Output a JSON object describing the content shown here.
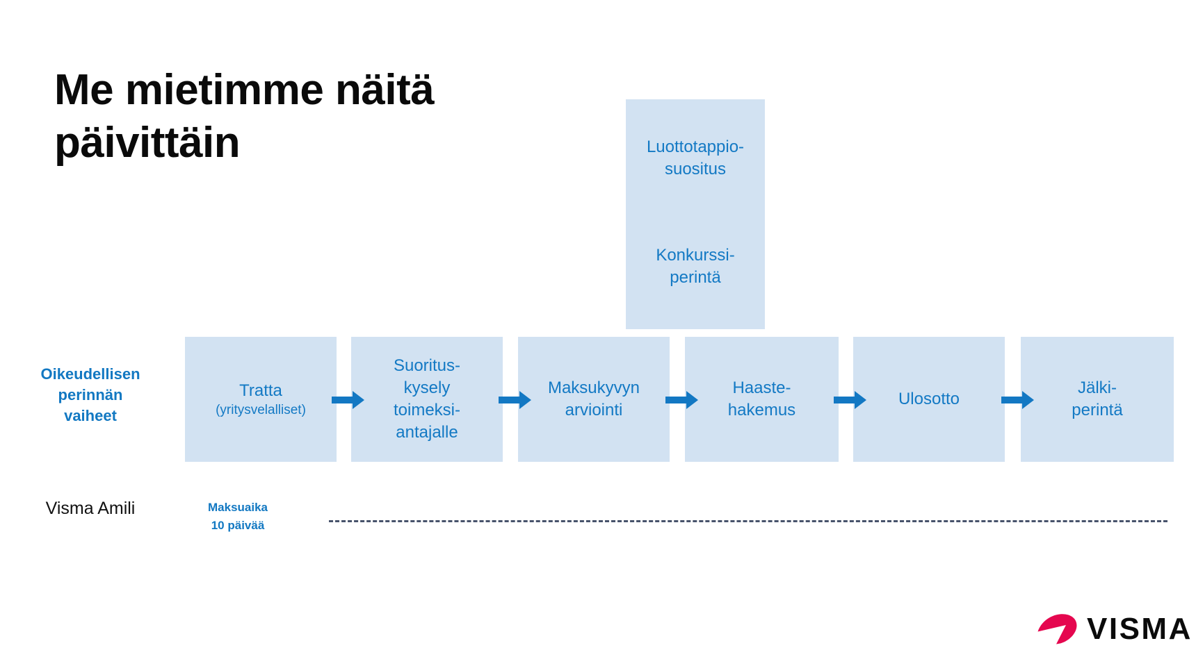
{
  "slide": {
    "title": "Me mietimme näitä\npäivittäin",
    "background_color": "#ffffff"
  },
  "colors": {
    "box_fill": "#d2e2f2",
    "box_text": "#1379c4",
    "accent_blue": "#1278c2",
    "arrow_blue": "#1378c3",
    "title_black": "#0a0a0a",
    "dash_line": "#47536b",
    "visma_red": "#e5074f"
  },
  "rows": {
    "legal": {
      "label": "Oikeudellisen\nperinnän\nvaiheet"
    },
    "amili": {
      "label": "Visma Amili",
      "annotation": "Maksuaika\n10 päivää"
    }
  },
  "stacked_boxes": [
    {
      "id": "luottotappio-suositus",
      "text": "Luottotappio-\nsuositus"
    },
    {
      "id": "konkurssi-perinta",
      "text": "Konkurssi-\nperintä"
    }
  ],
  "process_steps": [
    {
      "id": "tratta",
      "text": "Tratta",
      "sub": "(yritysvelalliset)"
    },
    {
      "id": "suorituskysely-toimeksiantajalle",
      "text": "Suoritus-\nkysely\ntoimeksi-\nantajalle",
      "sub": ""
    },
    {
      "id": "maksukyvyn-arviointi",
      "text": "Maksukyvyn\narviointi",
      "sub": ""
    },
    {
      "id": "haastehakemus",
      "text": "Haaste-\nhakemus",
      "sub": ""
    },
    {
      "id": "ulosotto",
      "text": "Ulosotto",
      "sub": ""
    },
    {
      "id": "jalkiperinta",
      "text": "Jälki-\nperintä",
      "sub": ""
    }
  ],
  "arrows": [
    {
      "id": "arrow-1",
      "from": "tratta",
      "to": "suorituskysely-toimeksiantajalle"
    },
    {
      "id": "arrow-2",
      "from": "suorituskysely-toimeksiantajalle",
      "to": "maksukyvyn-arviointi"
    },
    {
      "id": "arrow-3",
      "from": "maksukyvyn-arviointi",
      "to": "haastehakemus"
    },
    {
      "id": "arrow-4",
      "from": "haastehakemus",
      "to": "ulosotto"
    },
    {
      "id": "arrow-5",
      "from": "ulosotto",
      "to": "jalkiperinta"
    }
  ],
  "logo": {
    "wordmark": "VISMA"
  }
}
